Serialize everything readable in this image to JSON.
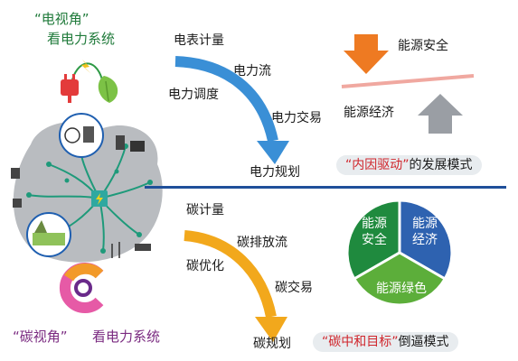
{
  "left": {
    "top_title_line1": "“电视角”",
    "top_title_line2": "看电力系统",
    "bottom_title_part1": "“碳视角”",
    "bottom_title_part2": "看电力系统"
  },
  "power_flow": {
    "items": [
      "电表计量",
      "电力流",
      "电力调度",
      "电力交易"
    ],
    "planning": "电力规划"
  },
  "carbon_flow": {
    "items": [
      "碳计量",
      "碳排放流",
      "碳优化",
      "碳交易"
    ],
    "planning": "碳规划"
  },
  "balance": {
    "top_label": "能源安全",
    "bottom_label": "能源经济"
  },
  "mode_inner": {
    "quote": "“内因驱动”",
    "suffix": "的发展模式"
  },
  "mode_outer": {
    "quote": "“碳中和目标”",
    "suffix": "倒逼模式"
  },
  "trilemma": {
    "segments": [
      "能源安全",
      "能源经济",
      "能源绿色"
    ],
    "colors": [
      "#1f8a3e",
      "#2e62b0",
      "#5cae3a"
    ]
  },
  "colors": {
    "green_text": "#1f7a3a",
    "purple_text": "#7a2a80",
    "blue_arrow": "#3a8fd6",
    "orange_arrow": "#f2a81c",
    "divider": "#1f4f9a"
  }
}
